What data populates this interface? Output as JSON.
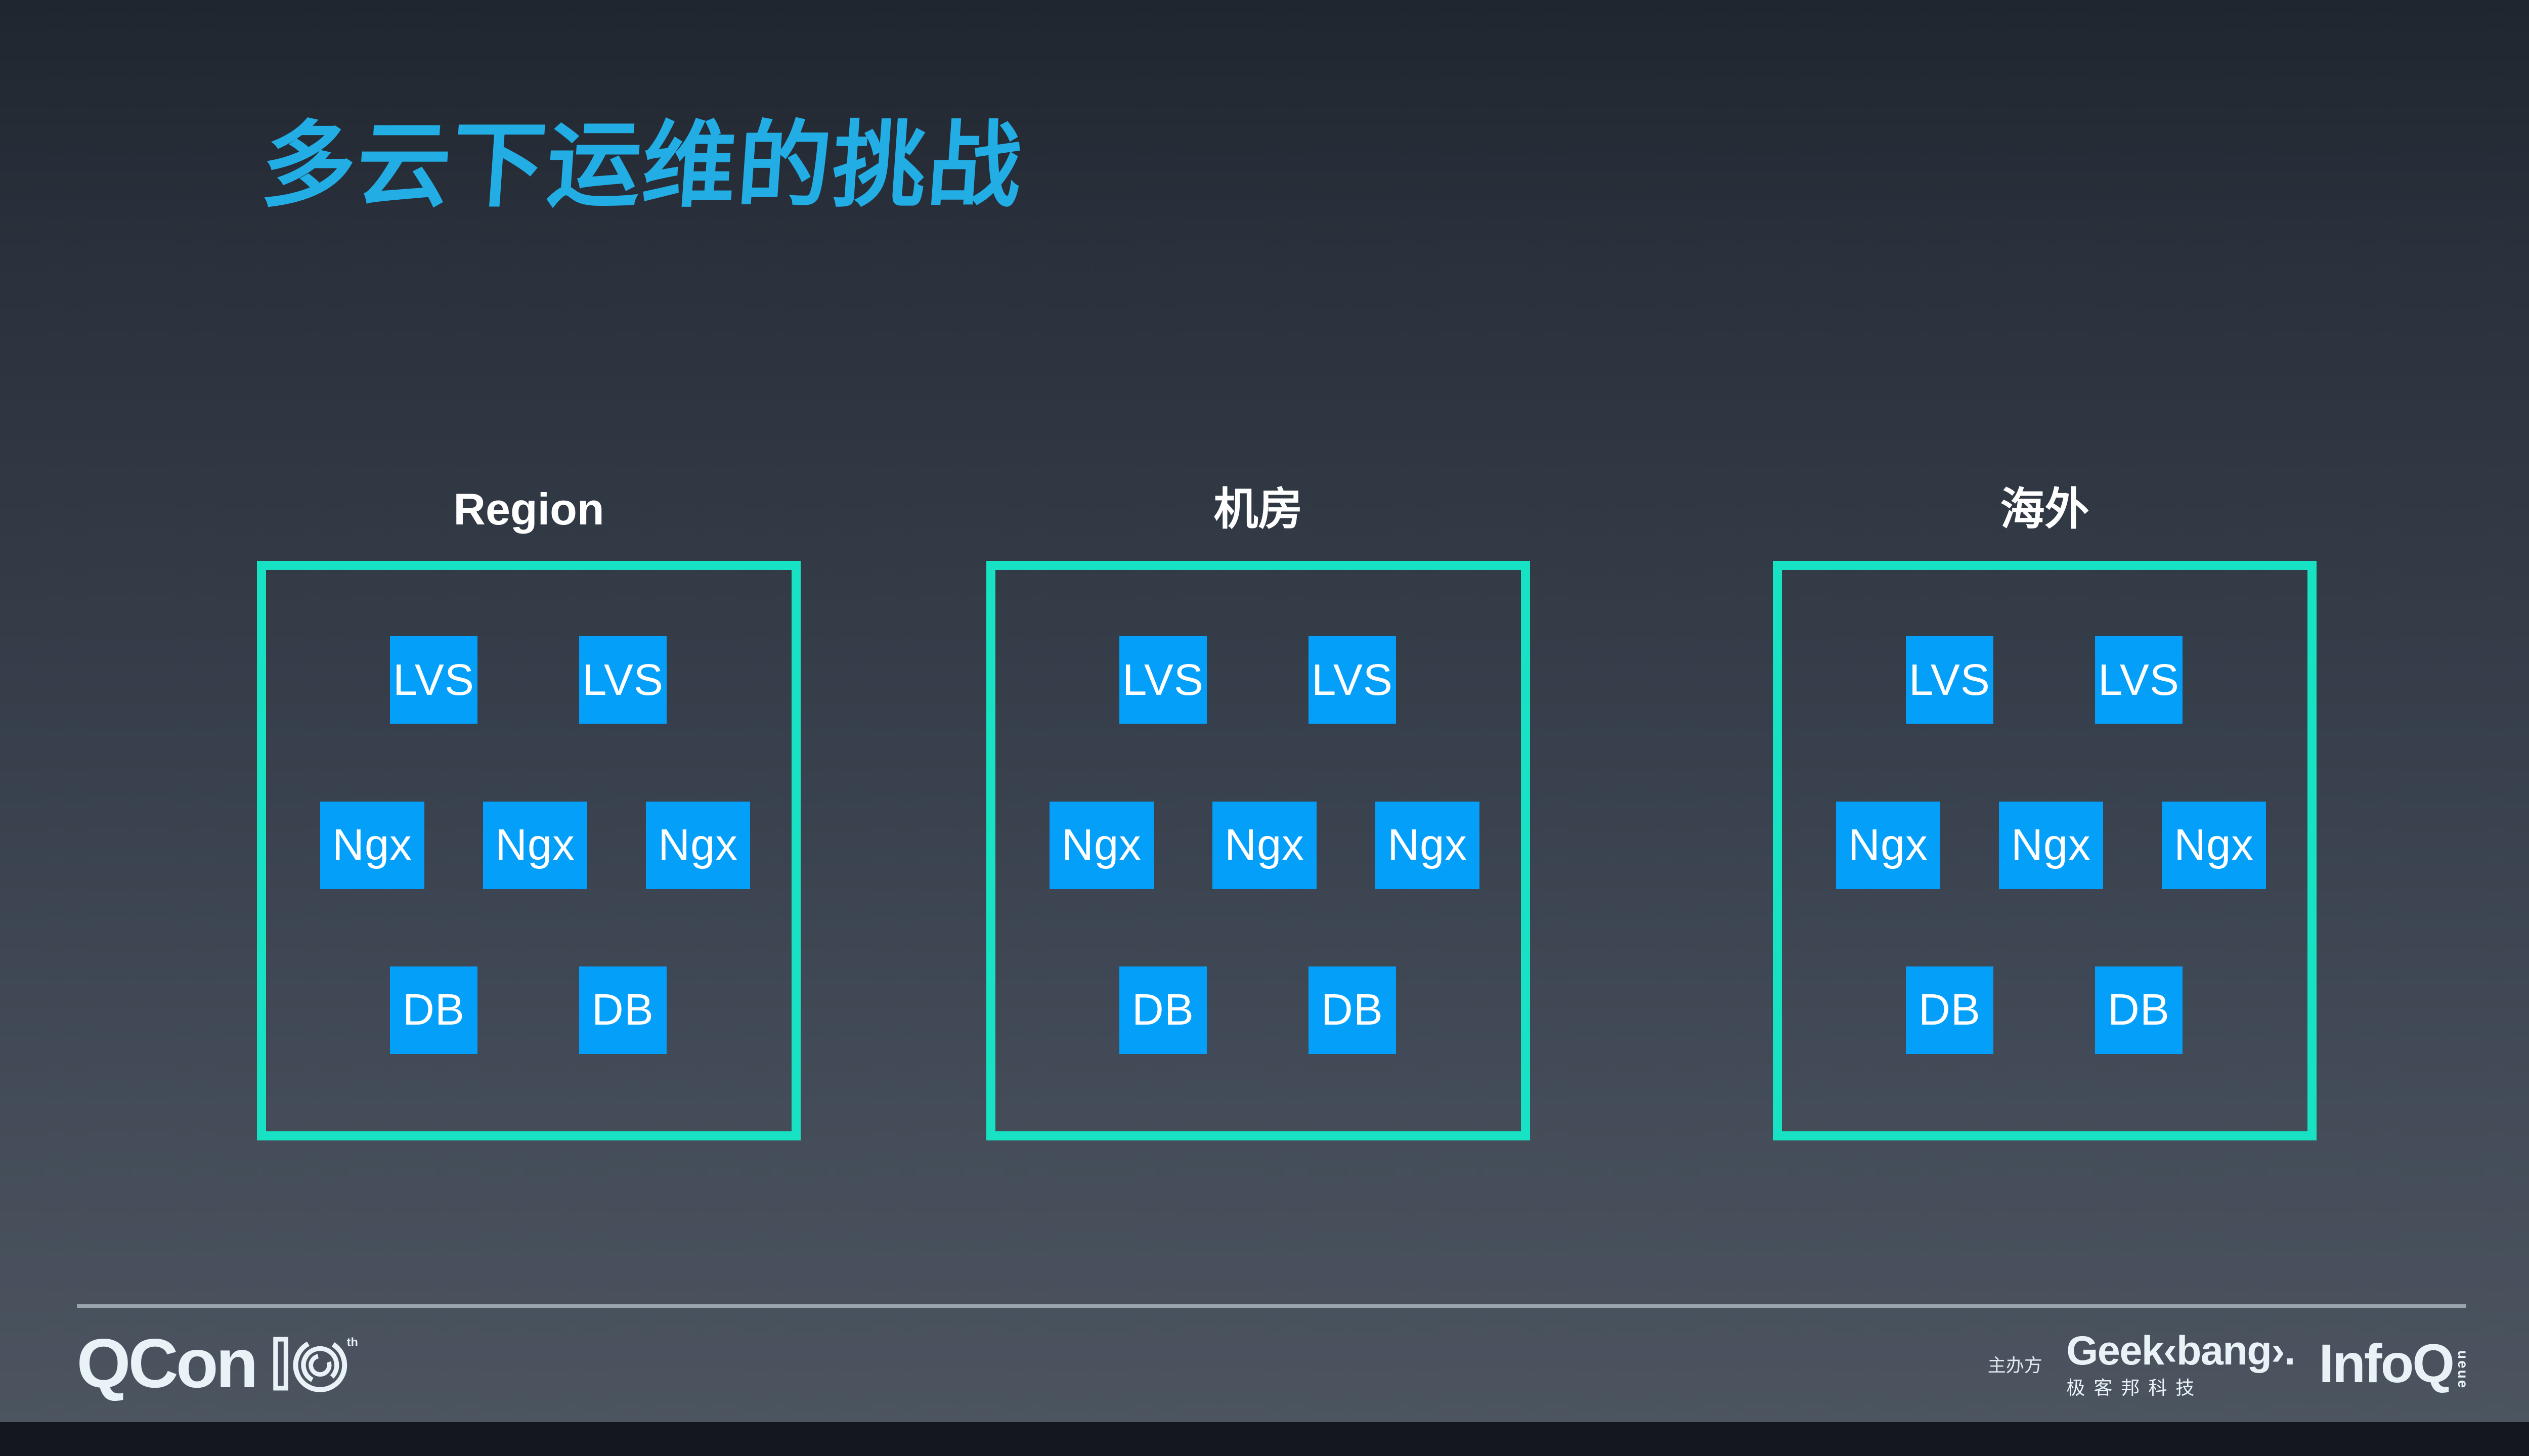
{
  "title": "多云下运维的挑战",
  "clusters": [
    {
      "label": "Region",
      "nodes": [
        "LVS",
        "LVS",
        "Ngx",
        "Ngx",
        "Ngx",
        "DB",
        "DB"
      ]
    },
    {
      "label": "机房",
      "nodes": [
        "LVS",
        "LVS",
        "Ngx",
        "Ngx",
        "Ngx",
        "DB",
        "DB"
      ]
    },
    {
      "label": "海外",
      "nodes": [
        "LVS",
        "LVS",
        "Ngx",
        "Ngx",
        "Ngx",
        "DB",
        "DB"
      ]
    }
  ],
  "colors": {
    "background_top": "#20262f",
    "background_bottom": "#4b545f",
    "title_accent": "#22ade4",
    "cluster_border": "#17e3c4",
    "node_fill": "#049ff9",
    "node_text": "#ffffff",
    "label_text": "#ffffff",
    "divider": "#9aa5af",
    "logo_text": "#e9f3f7"
  },
  "footer": {
    "qcon_wordmark": "QCon",
    "qcon_edition_number": "10",
    "qcon_edition_suffix": "th",
    "organizer_label": "主办方",
    "geekbang_wordmark": "Geek‹bang›.",
    "geekbang_subtext": "极客邦科技",
    "infoq_wordmark": "InfoQ",
    "infoq_vertical_text": "ueue"
  }
}
